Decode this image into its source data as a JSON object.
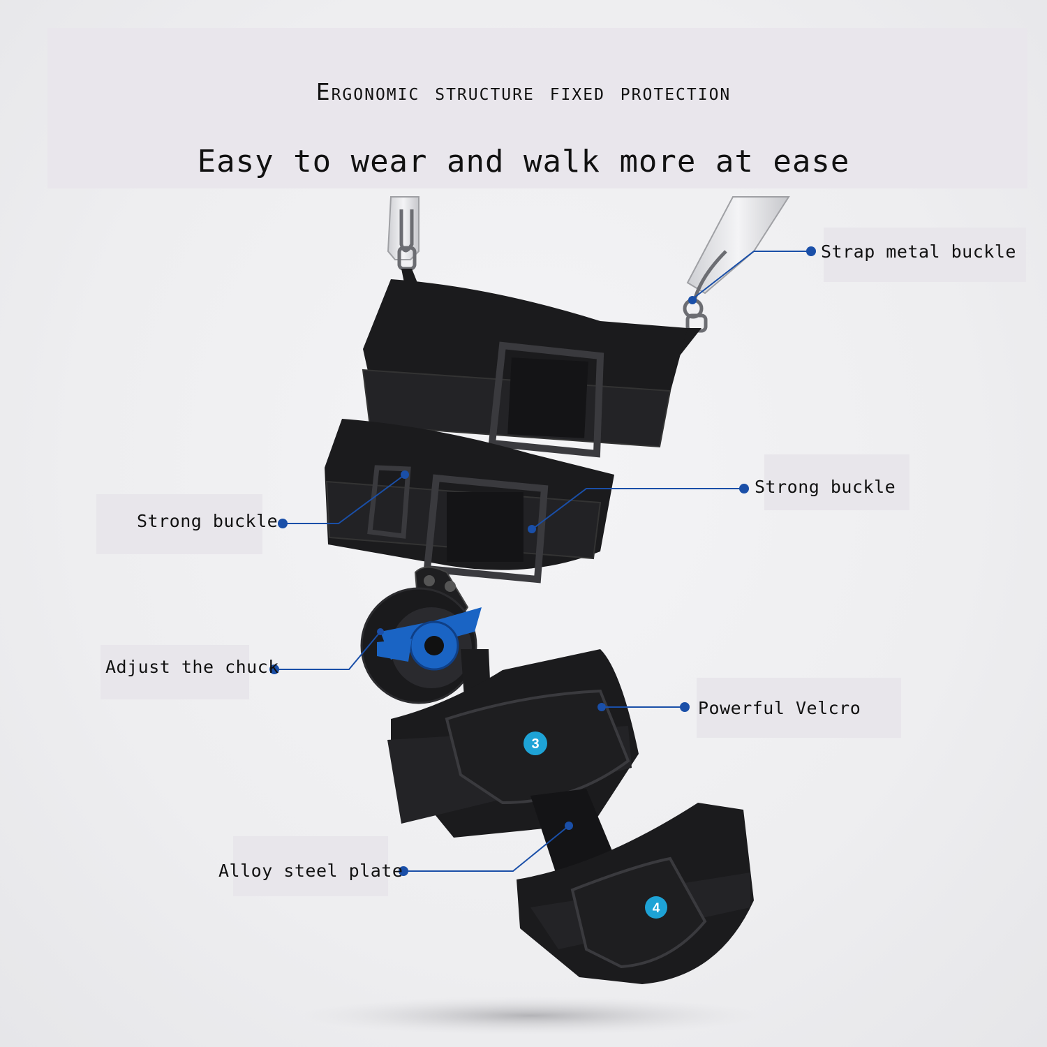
{
  "header": {
    "title": "Ergonomic structure fixed protection",
    "subtitle": "Easy to wear and walk more at ease"
  },
  "callouts": {
    "strap_metal_buckle": "Strap metal buckle",
    "strong_buckle_right": "Strong buckle",
    "strong_buckle_left": "Strong buckle",
    "adjust_the_chuck": "Adjust the chuck",
    "powerful_velcro": "Powerful Velcro",
    "alloy_steel_plate": "Alloy steel plate"
  },
  "pads": {
    "pad_3_number": "3",
    "pad_4_number": "4"
  },
  "colors": {
    "accent_blue": "#1a4fa8",
    "brace_black": "#1b1b1d",
    "badge_teal": "#1ea3d6"
  }
}
